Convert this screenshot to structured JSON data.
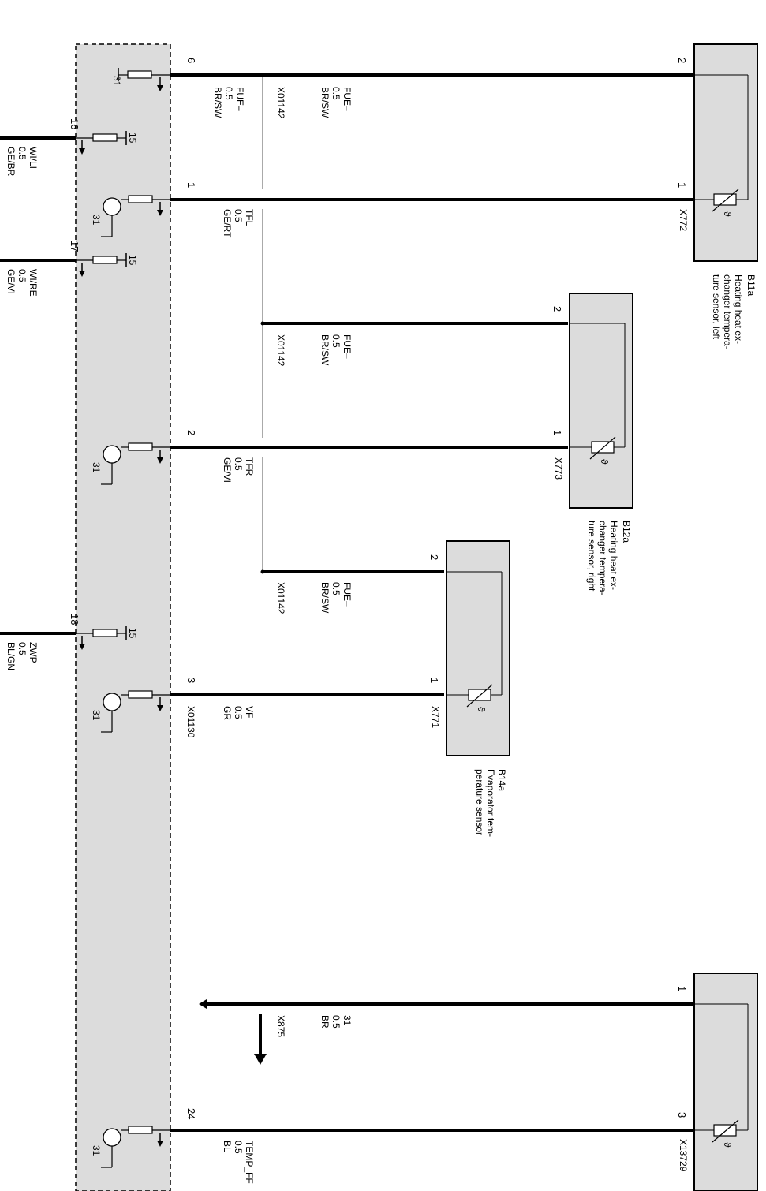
{
  "control_unit": {
    "ground_label": "31",
    "supply_label": "15",
    "left_pins": [
      {
        "pin": "16",
        "wire": [
          "WI/LI",
          "0.5",
          "GE/BR"
        ]
      },
      {
        "pin": "17",
        "wire": [
          "WI/RE",
          "0.5",
          "GE/VI"
        ]
      },
      {
        "pin": "18",
        "wire": [
          "ZWP",
          "0.5",
          "BL/GN"
        ]
      }
    ],
    "right_pins": [
      "6",
      "1",
      "2",
      "3",
      "24"
    ]
  },
  "wires": {
    "fue_main": [
      "FUE–",
      "0.5",
      "BR/SW"
    ],
    "fue_ecu": [
      "FUE–",
      "0.5",
      "BR/SW"
    ],
    "tfl": [
      "TFL",
      "0.5",
      "GE/RT"
    ],
    "tfr": [
      "TFR",
      "0.5",
      "GE/VI"
    ],
    "vf": [
      "VF",
      "0.5",
      "GR"
    ],
    "ground": [
      "31",
      "0.5",
      "BR"
    ],
    "temp": [
      "TEMP_FF",
      "0.5",
      "BL"
    ]
  },
  "connectors": {
    "x01142": "X01142",
    "x01130": "X01130",
    "x875": "X875"
  },
  "components": [
    {
      "id": "B11a",
      "desc": [
        "Heating heat ex-",
        "changer tempera-",
        "ture sensor, left"
      ],
      "connector": "X772",
      "pins": [
        "2",
        "1"
      ],
      "symbol": "ϑ"
    },
    {
      "id": "B12a",
      "desc": [
        "Heating heat ex-",
        "changer tempera-",
        "ture sensor, right"
      ],
      "connector": "X773",
      "pins": [
        "2",
        "1"
      ],
      "symbol": "ϑ"
    },
    {
      "id": "B14a",
      "desc": [
        "Evaporator tem-",
        "perature sensor"
      ],
      "connector": "X771",
      "pins": [
        "2",
        "1"
      ],
      "symbol": "ϑ"
    },
    {
      "id": "",
      "desc": [],
      "connector": "X13729",
      "pins": [
        "1",
        "3"
      ],
      "symbol": "ϑ"
    }
  ]
}
